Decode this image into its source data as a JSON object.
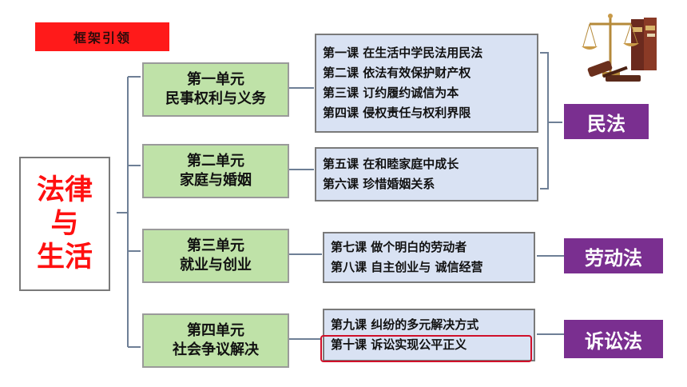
{
  "header": {
    "tag": "框架引领"
  },
  "main_topic": [
    "法律",
    "与",
    "生活"
  ],
  "units": [
    {
      "lines": [
        "第一单元",
        "民事权利与义务"
      ]
    },
    {
      "lines": [
        "第二单元",
        "家庭与婚姻"
      ]
    },
    {
      "lines": [
        "第三单元",
        "就业与创业"
      ]
    },
    {
      "lines": [
        "第四单元",
        "社会争议解决"
      ]
    }
  ],
  "lessons": [
    [
      "第一课 在生活中学民法用民法",
      "第二课 依法有效保护财产权",
      "第三课 订约履约诚信为本",
      "第四课 侵权责任与权利界限"
    ],
    [
      "第五课 在和睦家庭中成长",
      "第六课 珍惜婚姻关系"
    ],
    [
      "第七课 做个明白的劳动者",
      "第八课 自主创业与 诚信经营"
    ],
    [
      "第九课 纠纷的多元解决方式",
      "第十课 诉讼实现公平正义"
    ]
  ],
  "laws": [
    "民法",
    "劳动法",
    "诉讼法"
  ],
  "colors": {
    "tag": "#ff1a1a",
    "main_text": "#ff1010",
    "unit_bg": "#bfe2a8",
    "lesson_bg": "#d9e2f3",
    "law_bg": "#7a2f90",
    "highlight": "#d0102a"
  },
  "icons": {
    "corner": "justice-scale-gavel-icon"
  }
}
